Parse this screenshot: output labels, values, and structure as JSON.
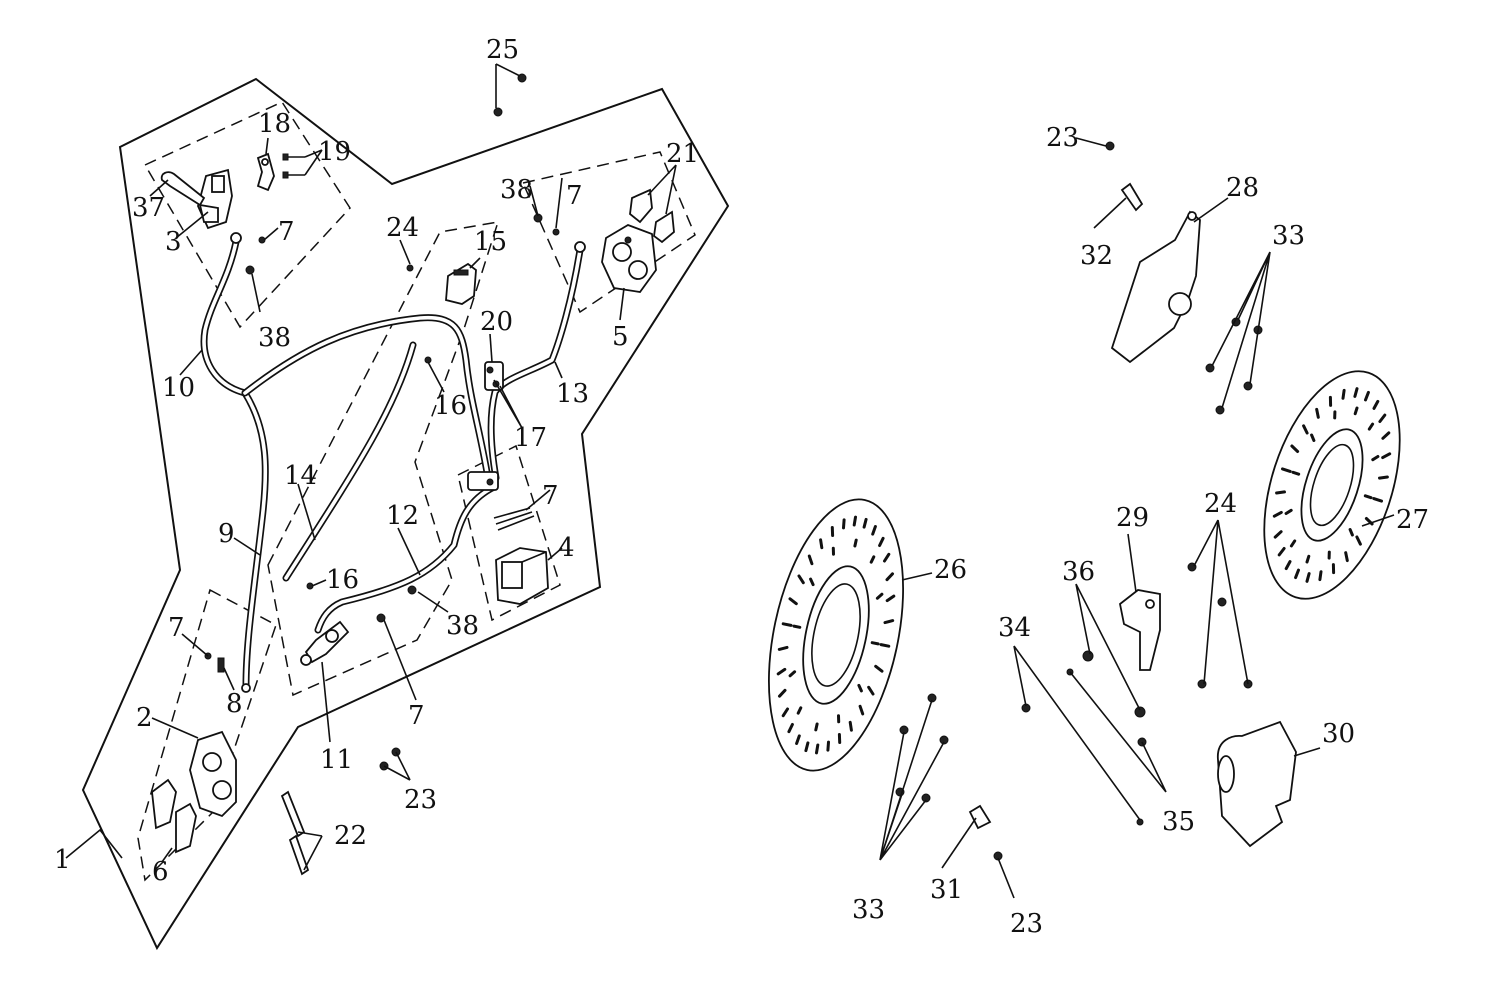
{
  "callouts": [
    {
      "id": "c1",
      "text": "1"
    },
    {
      "id": "c2",
      "text": "2"
    },
    {
      "id": "c3",
      "text": "3"
    },
    {
      "id": "c4",
      "text": "4"
    },
    {
      "id": "c5",
      "text": "5"
    },
    {
      "id": "c6",
      "text": "6"
    },
    {
      "id": "c7a",
      "text": "7"
    },
    {
      "id": "c7b",
      "text": "7"
    },
    {
      "id": "c7c",
      "text": "7"
    },
    {
      "id": "c7d",
      "text": "7"
    },
    {
      "id": "c7e",
      "text": "7"
    },
    {
      "id": "c8",
      "text": "8"
    },
    {
      "id": "c9",
      "text": "9"
    },
    {
      "id": "c10",
      "text": "10"
    },
    {
      "id": "c11",
      "text": "11"
    },
    {
      "id": "c12",
      "text": "12"
    },
    {
      "id": "c13",
      "text": "13"
    },
    {
      "id": "c14",
      "text": "14"
    },
    {
      "id": "c15",
      "text": "15"
    },
    {
      "id": "c16a",
      "text": "16"
    },
    {
      "id": "c16b",
      "text": "16"
    },
    {
      "id": "c17",
      "text": "17"
    },
    {
      "id": "c18",
      "text": "18"
    },
    {
      "id": "c19",
      "text": "19"
    },
    {
      "id": "c20",
      "text": "20"
    },
    {
      "id": "c21",
      "text": "21"
    },
    {
      "id": "c22",
      "text": "22"
    },
    {
      "id": "c23a",
      "text": "23"
    },
    {
      "id": "c23b",
      "text": "23"
    },
    {
      "id": "c23c",
      "text": "23"
    },
    {
      "id": "c24a",
      "text": "24"
    },
    {
      "id": "c24b",
      "text": "24"
    },
    {
      "id": "c25",
      "text": "25"
    },
    {
      "id": "c26",
      "text": "26"
    },
    {
      "id": "c27",
      "text": "27"
    },
    {
      "id": "c28",
      "text": "28"
    },
    {
      "id": "c29",
      "text": "29"
    },
    {
      "id": "c30",
      "text": "30"
    },
    {
      "id": "c31",
      "text": "31"
    },
    {
      "id": "c32",
      "text": "32"
    },
    {
      "id": "c33a",
      "text": "33"
    },
    {
      "id": "c33b",
      "text": "33"
    },
    {
      "id": "c34",
      "text": "34"
    },
    {
      "id": "c35",
      "text": "35"
    },
    {
      "id": "c36",
      "text": "36"
    },
    {
      "id": "c37",
      "text": "37"
    },
    {
      "id": "c38a",
      "text": "38"
    },
    {
      "id": "c38b",
      "text": "38"
    },
    {
      "id": "c38c",
      "text": "38"
    }
  ]
}
